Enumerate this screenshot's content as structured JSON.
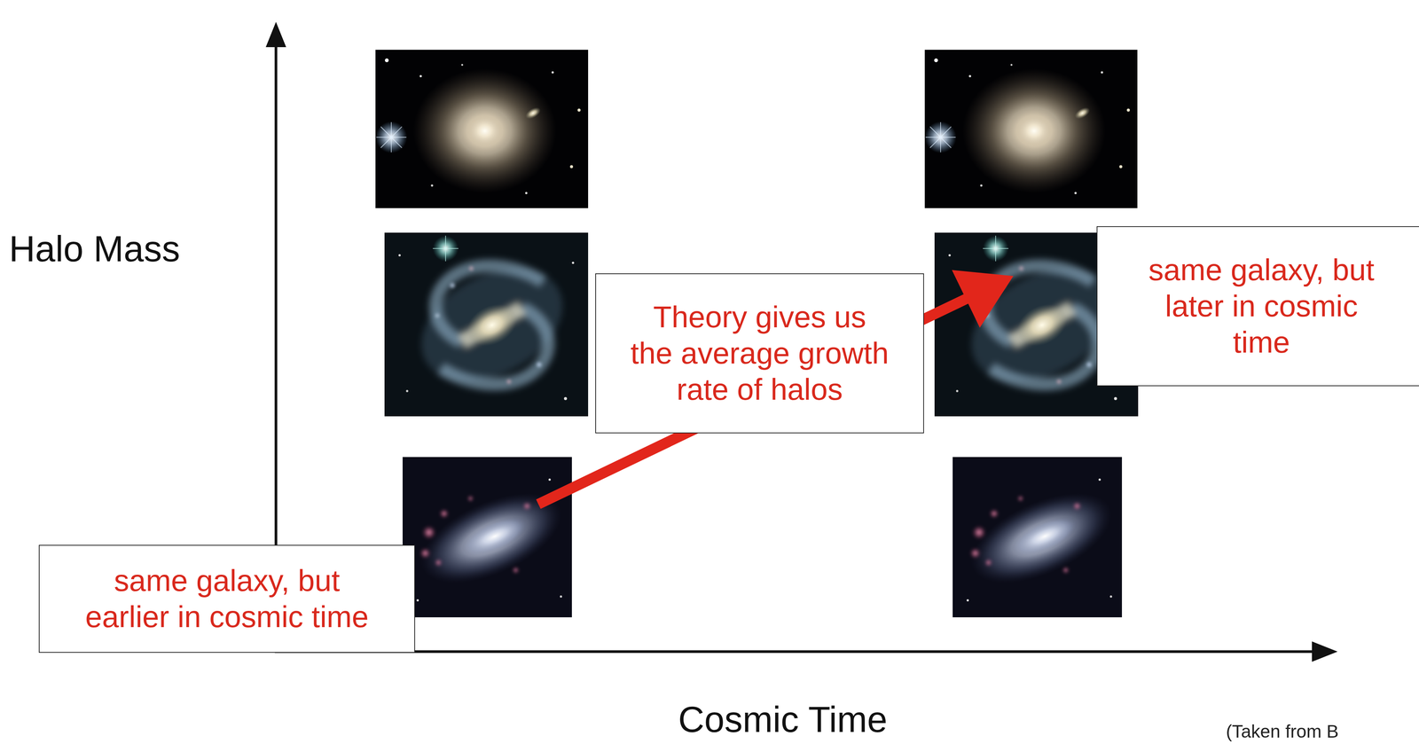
{
  "diagram": {
    "nodes": [
      {
        "text": [
          "same galaxy, but later in cosmic time"
        ]
      },
      {
        "text": [
          "Theory gives us the average growth rate of halos"
        ]
      },
      {
        "text": [
          "same galaxy, but earlier in cosmic time"
        ]
      }
    ],
    "labels": [
      "Halo Mass",
      "Cosmic Time",
      "(Taken from B"
    ]
  }
}
